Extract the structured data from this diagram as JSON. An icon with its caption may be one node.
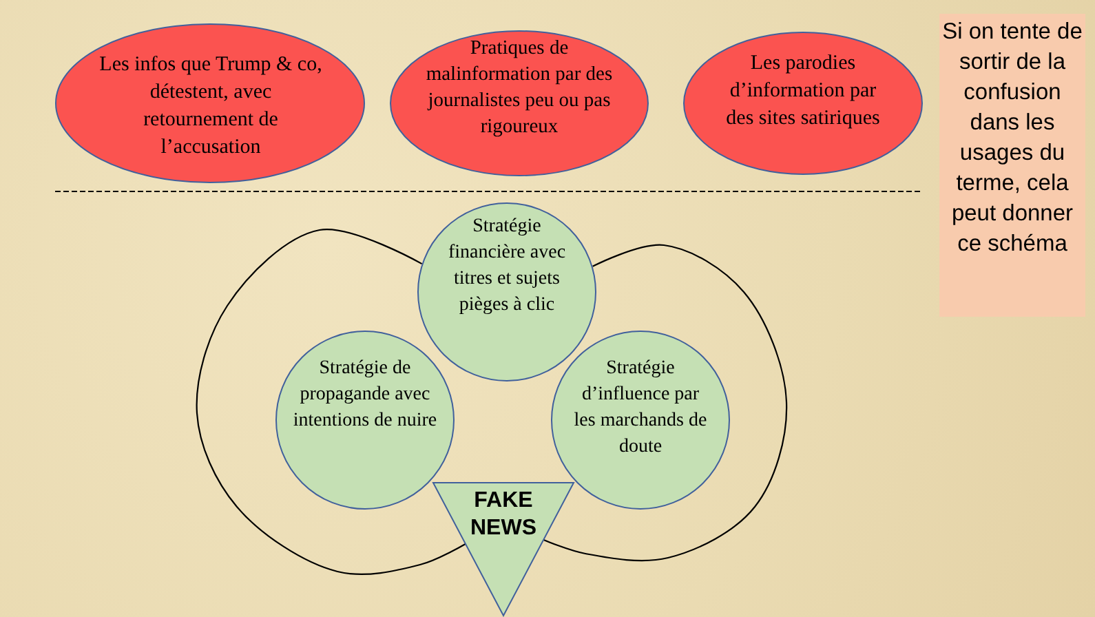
{
  "diagram": {
    "nodes": [
      {
        "text": [
          "Les infos que Trump & co, détestent, avec retournement de l’accusation"
        ]
      },
      {
        "text": [
          "Pratiques de malinformation par des journalistes peu ou pas rigoureux"
        ]
      },
      {
        "text": [
          "Les parodies d’information par des sites satiriques"
        ]
      },
      {
        "text": [
          "Si on tente de sortir de la confusion dans les usages du terme, cela peut donner  ce schéma"
        ]
      },
      {
        "text": [
          "Stratégie financière avec titres et sujets pièges à clic"
        ]
      },
      {
        "text": [
          "Stratégie de propagande avec intentions de nuire"
        ]
      },
      {
        "text": [
          "Stratégie d’influence par les marchands de doute"
        ]
      },
      {
        "text": [
          "FAKE NEWS"
        ]
      }
    ],
    "edges": [
      {
        "from": 4,
        "to": 7,
        "arrow": "none"
      },
      {
        "from": 4,
        "to": 7,
        "arrow": "none"
      }
    ]
  }
}
